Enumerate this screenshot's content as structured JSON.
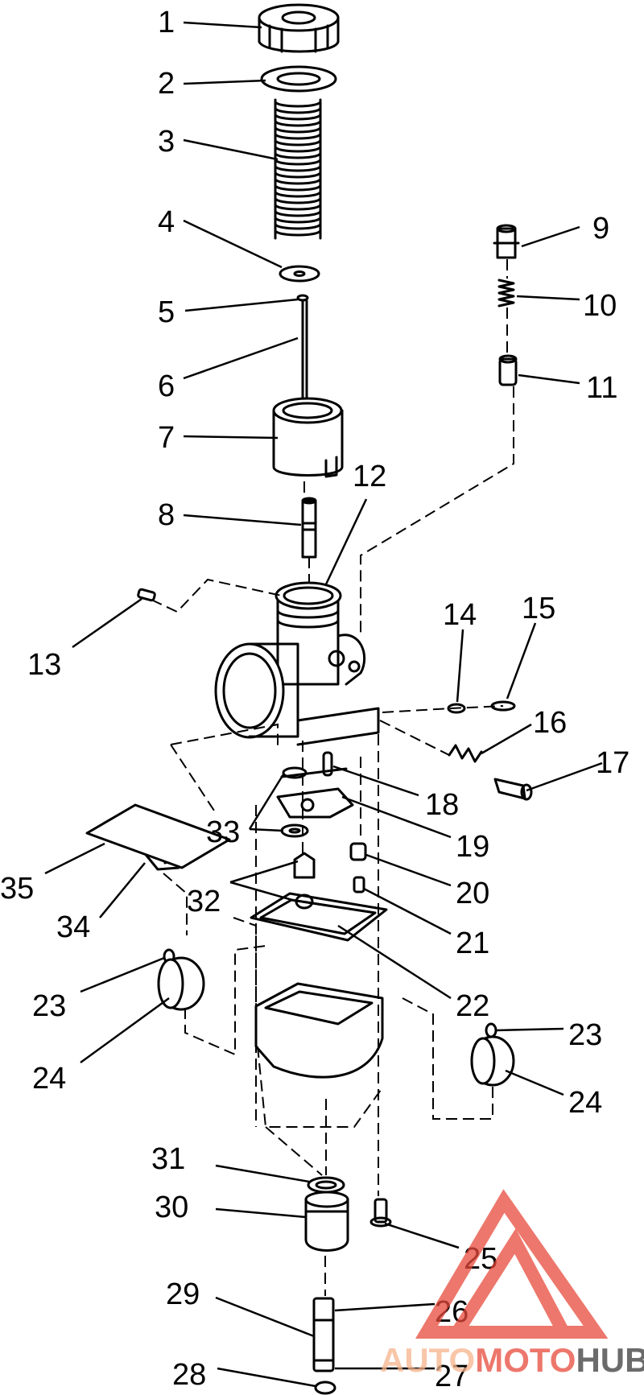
{
  "callouts": [
    "1",
    "2",
    "3",
    "4",
    "5",
    "6",
    "7",
    "8",
    "9",
    "10",
    "11",
    "12",
    "13",
    "14",
    "15",
    "16",
    "17",
    "18",
    "19",
    "20",
    "21",
    "22",
    "23",
    "24",
    "25",
    "26",
    "27",
    "28",
    "29",
    "30",
    "31",
    "32",
    "33",
    "34",
    "35",
    "23",
    "24"
  ],
  "watermark": {
    "part1": "AUTO",
    "part2": "MOTO",
    "part3": "HUB",
    "color1": "#f6b48c",
    "color2": "#e84a3c",
    "color3": "#3a3a3a"
  }
}
